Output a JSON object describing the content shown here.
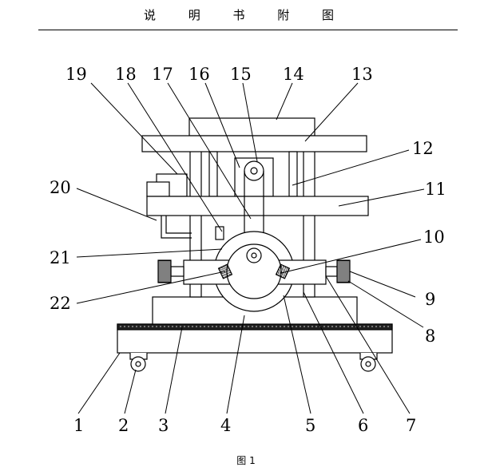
{
  "header": {
    "title": "说 明 书 附 图"
  },
  "caption": "图 1",
  "labels": [
    "1",
    "2",
    "3",
    "4",
    "5",
    "6",
    "7",
    "8",
    "9",
    "10",
    "11",
    "12",
    "13",
    "14",
    "15",
    "16",
    "17",
    "18",
    "19",
    "20",
    "21",
    "22"
  ]
}
